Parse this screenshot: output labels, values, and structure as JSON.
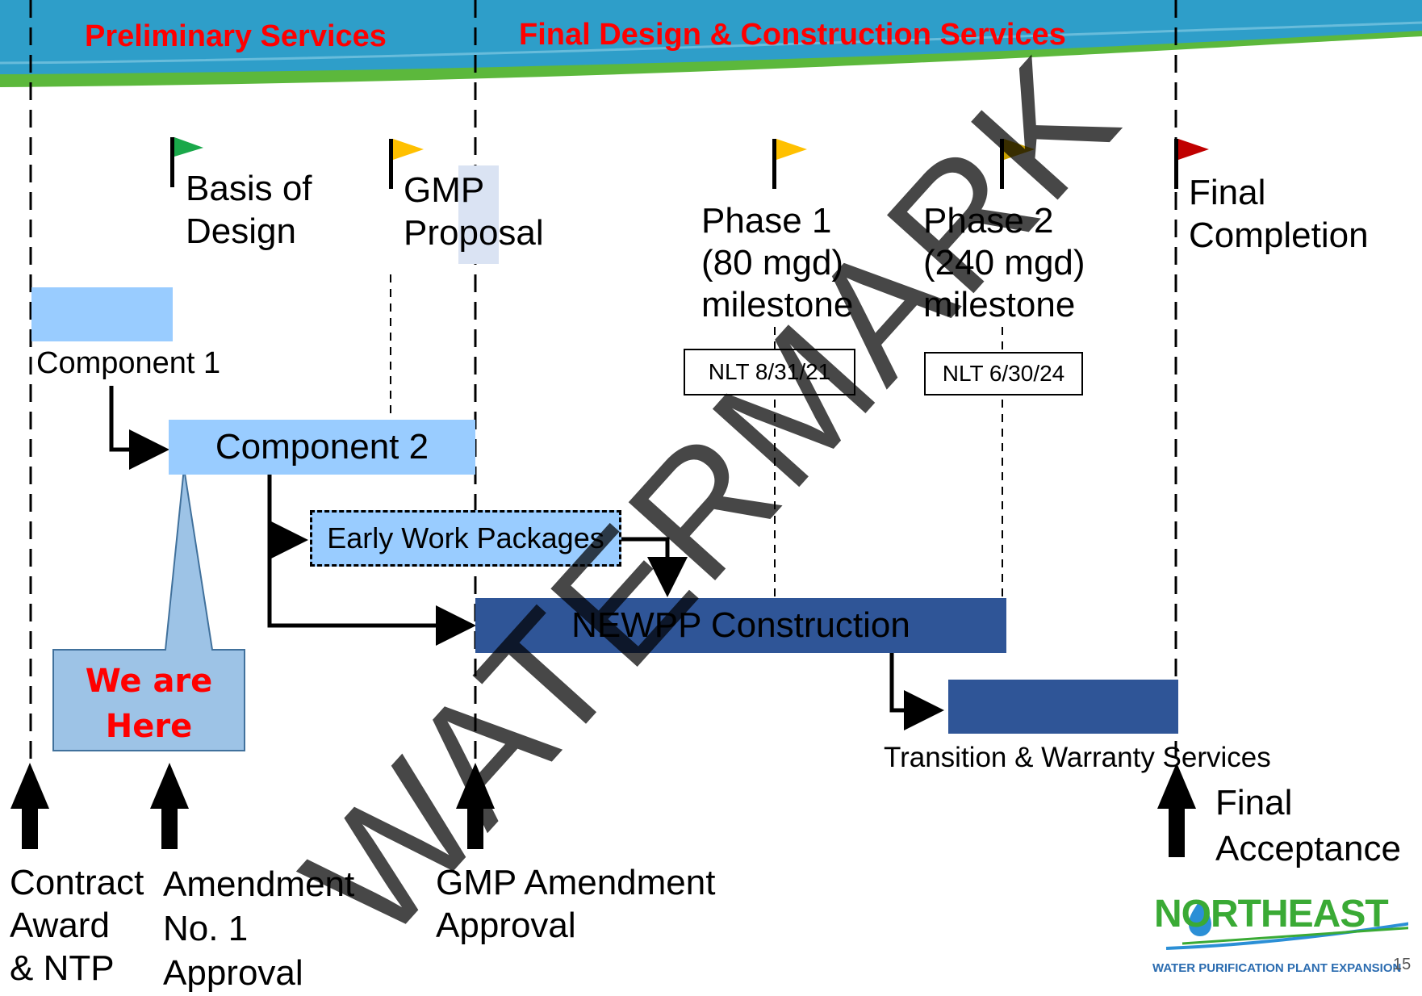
{
  "header": {
    "preliminary": "Preliminary Services",
    "final_design": "Final Design & Construction Services"
  },
  "milestones": {
    "basis_of_design": "Basis of\nDesign",
    "gmp_proposal": "GMP\nProposal",
    "phase1": "Phase 1\n(80 mgd)\nmilestone",
    "phase2": "Phase 2\n(240 mgd)\nmilestone",
    "final_completion": "Final\nCompletion"
  },
  "deadlines": {
    "phase1": "NLT 8/31/21",
    "phase2": "NLT 6/30/24"
  },
  "boxes": {
    "component1": "Component 1",
    "component2": "Component 2",
    "early_work": "Early Work Packages",
    "construction": "NEWPP Construction",
    "transition": "Transition & Warranty Services"
  },
  "callout": "We are\nHere",
  "events": {
    "contract_award": "Contract\nAward\n& NTP",
    "amendment1": "Amendment\nNo. 1\nApproval",
    "gmp_amendment": "GMP Amendment\nApproval",
    "final_acceptance": "Final\nAcceptance"
  },
  "logo": {
    "name": "NORTHEAST",
    "tagline": "WATER PURIFICATION PLANT EXPANSION"
  },
  "page_number": "15",
  "watermark": "WATERMARK",
  "colors": {
    "header_blue": "#2e9ec9",
    "header_green": "#5cb83c",
    "header_text": "#ff0000",
    "light_box": "#99ccff",
    "dark_box": "#2f5597",
    "callout_fill": "#9dc3e6",
    "callout_text": "#ff0000",
    "flag_green": "#1aa84a",
    "flag_yellow": "#ffc000",
    "flag_dark_yellow": "#c8a000",
    "flag_red": "#c00000",
    "logo_green": "#3aaa35",
    "logo_blue": "#2b8fd6"
  }
}
